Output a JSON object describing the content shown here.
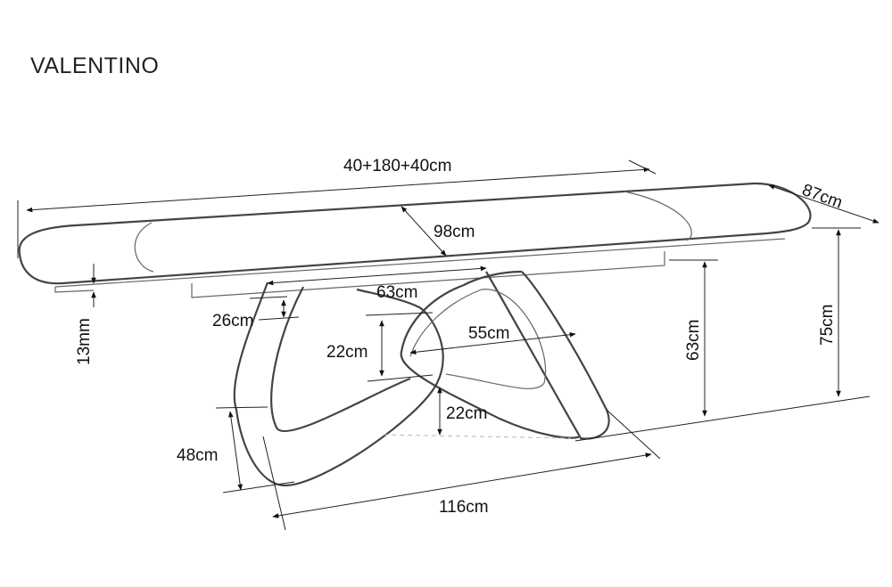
{
  "title": "VALENTINO",
  "dimensions": {
    "length": "40+180+40cm",
    "depth": "87cm",
    "leaf_width": "98cm",
    "top_thickness": "13mm",
    "height": "75cm",
    "base_height": "63cm",
    "base_top_width": "63cm",
    "apron": "26cm",
    "inner_loop_height": "22cm",
    "loop_width": "55cm",
    "floor_gap": "22cm",
    "base_depth": "48cm",
    "base_length": "116cm"
  }
}
